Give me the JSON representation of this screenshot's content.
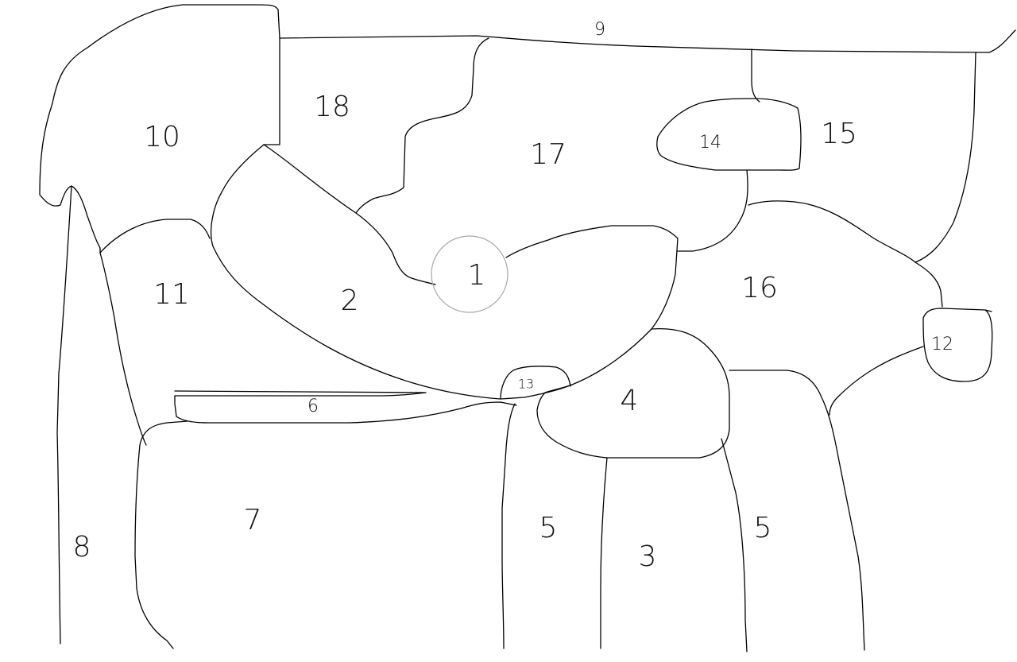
{
  "diagram": {
    "stroke_color": "#000000",
    "circle_color": "#a8a8a8",
    "background": "#ffffff",
    "regions": [
      {
        "id": "r1",
        "label": "1"
      },
      {
        "id": "r2",
        "label": "2"
      },
      {
        "id": "r3",
        "label": "3"
      },
      {
        "id": "r4",
        "label": "4"
      },
      {
        "id": "r5",
        "label": "5"
      },
      {
        "id": "r5b",
        "label": "5"
      },
      {
        "id": "r6",
        "label": "6"
      },
      {
        "id": "r7",
        "label": "7"
      },
      {
        "id": "r8",
        "label": "8"
      },
      {
        "id": "r9",
        "label": "9"
      },
      {
        "id": "r10",
        "label": "10"
      },
      {
        "id": "r11",
        "label": "11"
      },
      {
        "id": "r12",
        "label": "12"
      },
      {
        "id": "r13",
        "label": "13"
      },
      {
        "id": "r14",
        "label": "14"
      },
      {
        "id": "r15",
        "label": "15"
      },
      {
        "id": "r16",
        "label": "16"
      },
      {
        "id": "r17",
        "label": "17"
      },
      {
        "id": "r18",
        "label": "18"
      }
    ]
  }
}
